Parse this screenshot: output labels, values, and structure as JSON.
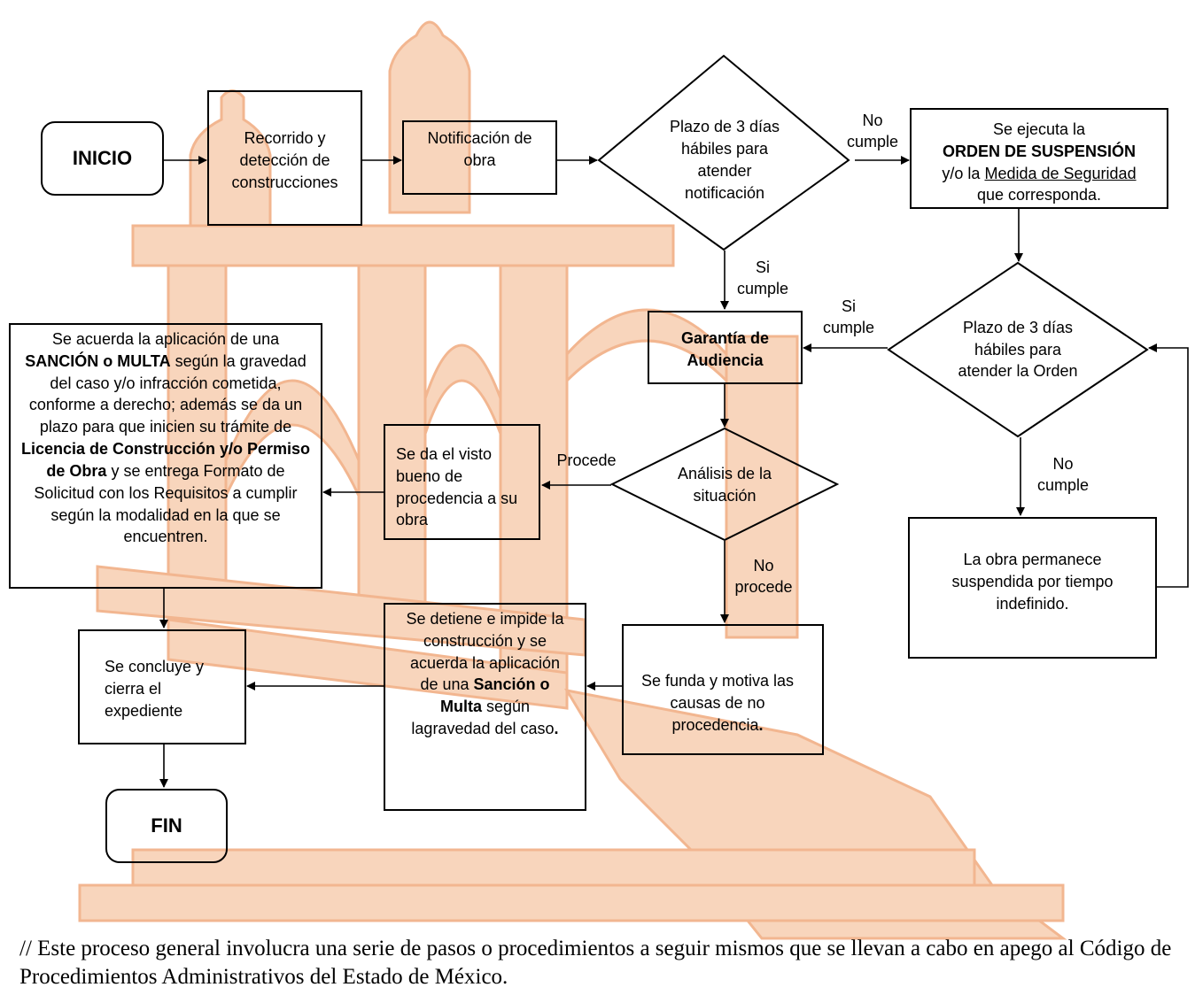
{
  "colors": {
    "watermark": "#f4b183",
    "stroke": "#000000"
  },
  "nodes": {
    "inicio": "INICIO",
    "recorrido": "Recorrido y detección de construcciones",
    "notificacion": "Notificación de obra",
    "plazo1": "Plazo de 3 días hábiles para atender notificación",
    "orden_pre": "Se ejecuta la",
    "orden_bold": "ORDEN DE SUSPENSIÓN",
    "orden_mid": "y/o la",
    "orden_ul": "Medida de Seguridad",
    "orden_post": "que corresponda.",
    "plazo2": "Plazo de 3 días hábiles para atender la Orden",
    "garantia": "Garantía de Audiencia",
    "sancion_p1": "Se acuerda la aplicación de una",
    "sancion_b1": "SANCIÓN o MULTA",
    "sancion_p2": "según la gravedad del caso y/o infracción cometida, conforme a derecho; además se da un plazo para que inicien su trámite de",
    "sancion_b2": "Licencia de Construcción y/o Permiso de Obra",
    "sancion_p3": "y se entrega Formato de Solicitud con los Requisitos a cumplir según la modalidad en la que se encuentren.",
    "visto_bueno": "Se da el visto bueno de procedencia a su obra",
    "analisis": "Análisis de la situación",
    "permanece": "La obra permanece suspendida por tiempo indefinido.",
    "concluye": "Se concluye y cierra el expediente",
    "detiene_p1": "Se detiene e impide la construcción y se acuerda la aplicación de una",
    "detiene_b": "Sanción o Multa",
    "detiene_p2": "según lagravedad del caso",
    "detiene_dot": ".",
    "funda": "Se funda y motiva las causas de no procedencia",
    "funda_dot": ".",
    "fin": "FIN"
  },
  "edge_labels": {
    "no_cumple_1": "No cumple",
    "si_cumple_1": "Si cumple",
    "si_cumple_2": "Si cumple",
    "no_cumple_2": "No cumple",
    "procede": "Procede",
    "no_procede": "No procede"
  },
  "footnote": "// Este proceso general involucra una serie de pasos o procedimientos a seguir mismos que se llevan a cabo en apego al Código de Procedimientos Administrativos del Estado de México."
}
